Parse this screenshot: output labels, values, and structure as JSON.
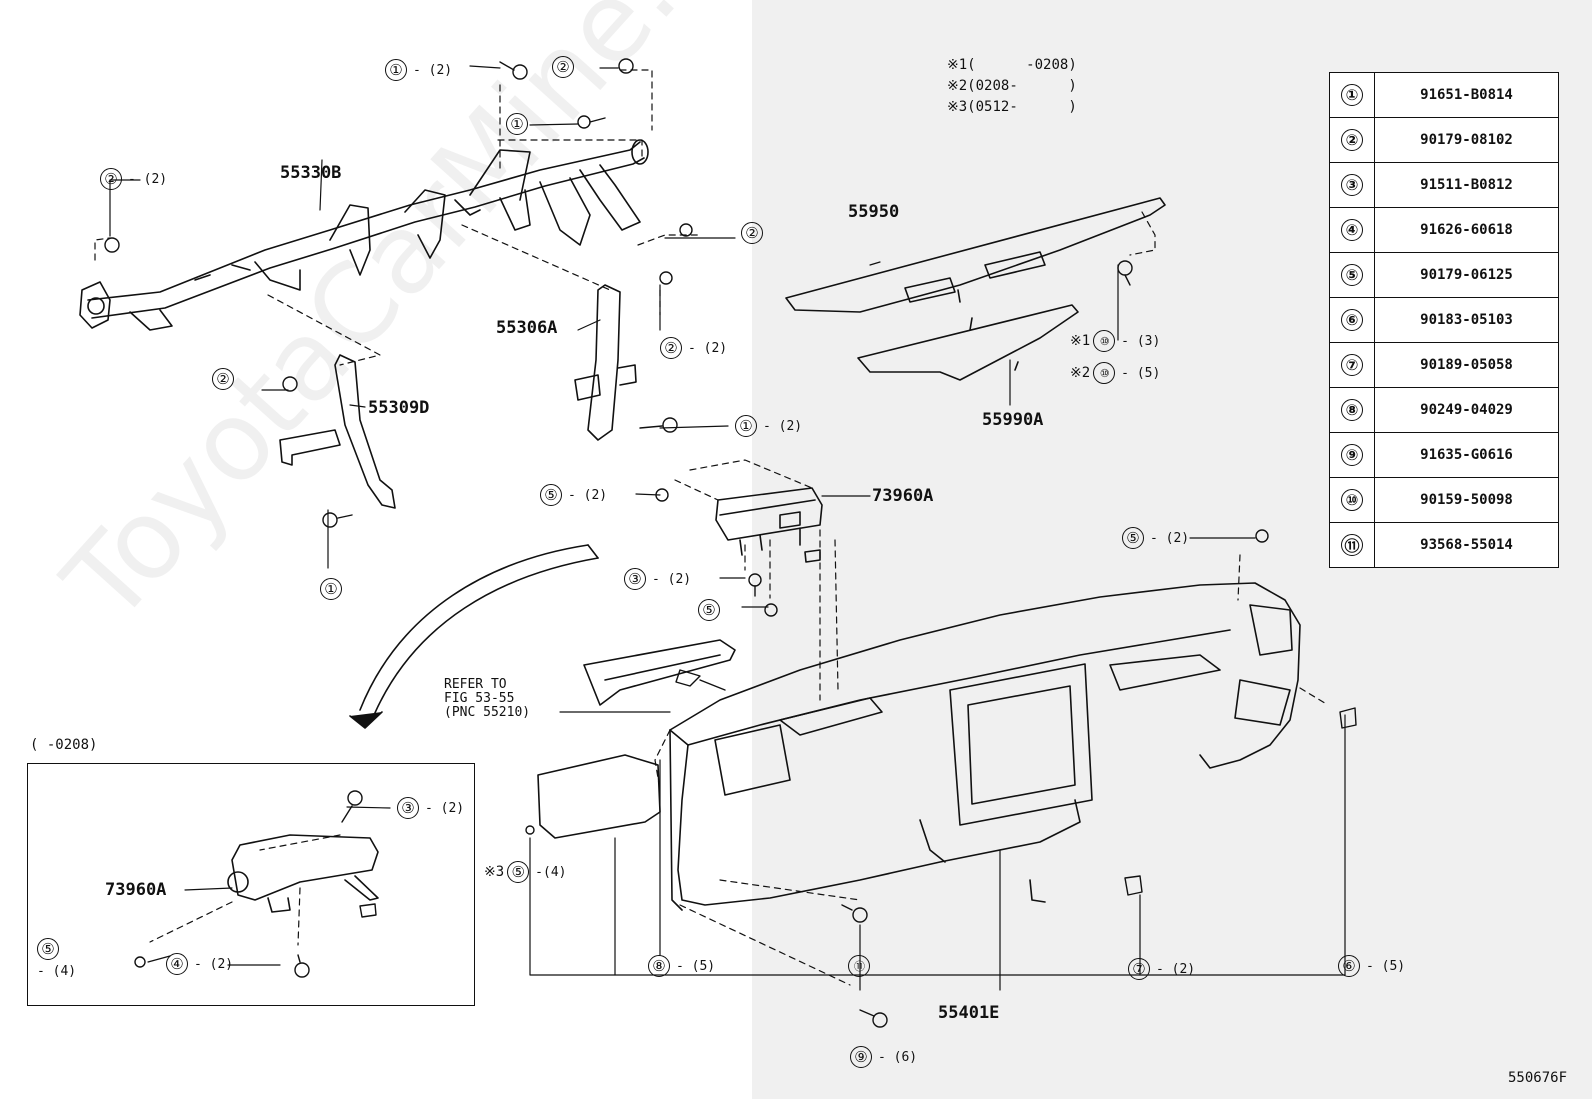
{
  "diagram_code": "550676F",
  "watermark": "ToyotaCarMine.ru",
  "notes": [
    {
      "mark": "※1",
      "range": "(      -0208)"
    },
    {
      "mark": "※2",
      "range": "(0208-      )"
    },
    {
      "mark": "※3",
      "range": "(0512-      )"
    }
  ],
  "parts_table": [
    {
      "ref": "①",
      "part": "91651-B0814"
    },
    {
      "ref": "②",
      "part": "90179-08102"
    },
    {
      "ref": "③",
      "part": "91511-B0812"
    },
    {
      "ref": "④",
      "part": "91626-60618"
    },
    {
      "ref": "⑤",
      "part": "90179-06125"
    },
    {
      "ref": "⑥",
      "part": "90183-05103"
    },
    {
      "ref": "⑦",
      "part": "90189-05058"
    },
    {
      "ref": "⑧",
      "part": "90249-04029"
    },
    {
      "ref": "⑨",
      "part": "91635-G0616"
    },
    {
      "ref": "⑩",
      "part": "90159-50098"
    },
    {
      "ref": "⑪",
      "part": "93568-55014"
    }
  ],
  "part_labels": {
    "p55330B": "55330B",
    "p55306A": "55306A",
    "p55309D": "55309D",
    "p55950": "55950",
    "p55990A": "55990A",
    "p73960A_main": "73960A",
    "p73960A_inset": "73960A",
    "p55401E": "55401E"
  },
  "refer": {
    "line1": "REFER TO",
    "line2": "FIG 53-55",
    "line3": "(PNC 55210)"
  },
  "inset_title": "(      -0208)",
  "callouts": [
    {
      "ref": "①",
      "qty": "- (2)"
    },
    {
      "ref": "②",
      "qty": ""
    },
    {
      "ref": "①",
      "qty": ""
    },
    {
      "ref": "②",
      "qty": "- (2)"
    },
    {
      "ref": "②",
      "qty": ""
    },
    {
      "ref": "②",
      "qty": "- (2)"
    },
    {
      "ref": "②",
      "qty": ""
    },
    {
      "ref": "①",
      "qty": "- (2)"
    },
    {
      "ref": "①",
      "qty": ""
    },
    {
      "ref": "⑩",
      "qty": "- (3)",
      "pre": "※1"
    },
    {
      "ref": "⑩",
      "qty": "- (5)",
      "pre": "※2"
    },
    {
      "ref": "⑤",
      "qty": "- (2)"
    },
    {
      "ref": "③",
      "qty": "- (2)"
    },
    {
      "ref": "⑤",
      "qty": ""
    },
    {
      "ref": "⑤",
      "qty": "- (2)"
    },
    {
      "ref": "③",
      "qty": "- (2)"
    },
    {
      "ref": "⑤",
      "qty": "-(4)",
      "pre": "※3"
    },
    {
      "ref": "⑤",
      "qty": "- (4)"
    },
    {
      "ref": "④",
      "qty": "- (2)"
    },
    {
      "ref": "⑧",
      "qty": "- (5)"
    },
    {
      "ref": "⑪",
      "qty": ""
    },
    {
      "ref": "⑦",
      "qty": "- (2)"
    },
    {
      "ref": "⑥",
      "qty": "- (5)"
    },
    {
      "ref": "⑨",
      "qty": "- (6)"
    }
  ]
}
